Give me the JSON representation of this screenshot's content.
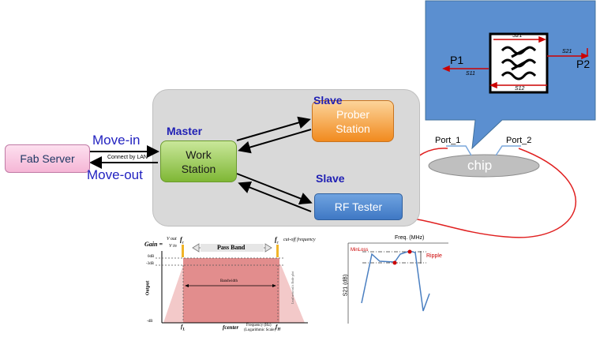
{
  "callout": {
    "p1": "P1",
    "p2": "P2",
    "s21_top": "S21",
    "s21_right": "S21",
    "s11": "S11",
    "s12": "S12"
  },
  "system": {
    "fab_server": "Fab Server",
    "work_station": "Work\nStation",
    "prober_station": "Prober\nStation",
    "rf_tester": "RF Tester",
    "master_label": "Master",
    "slave_label_1": "Slave",
    "slave_label_2": "Slave",
    "move_in": "Move-in",
    "move_out": "Move-out",
    "connect_by_lan": "Connect by LAN",
    "chip": "chip",
    "port_1": "Port_1",
    "port_2": "Port_2"
  },
  "bandpass": {
    "gain_label": "Gain =",
    "gain_num": "V out",
    "gain_den": "V in",
    "fc_left": "f",
    "fc_right": "f",
    "fc_sub": "c",
    "cutoff_label": "cut-off frequency",
    "pass_band": "Pass Band",
    "zero_db": "0dB",
    "minus3db": "-3dB",
    "bandwidth": "Bandwidth",
    "output_label": "Output",
    "minus_db_bottom": "-dB",
    "fl_label": "f",
    "fl_sub": "L",
    "fh_label": "f",
    "fh_sub": "H",
    "fcenter": "fcenter",
    "xlabel_1": "Frequency (Hz)",
    "xlabel_2": "(Logarithmic Scale)",
    "side_note": "Lead network's Bode plot"
  },
  "s21_plot": {
    "title": "Freq. (MHz)",
    "ylabel": "S21 (dB)",
    "minloss": "MinLoss",
    "ripple": "Ripple"
  },
  "colors": {
    "callout_blue": "#5b8fd0",
    "passband_fill": "#e28d8d",
    "stopband_fill": "#f3c9c9",
    "accent_red": "#cc0000"
  }
}
